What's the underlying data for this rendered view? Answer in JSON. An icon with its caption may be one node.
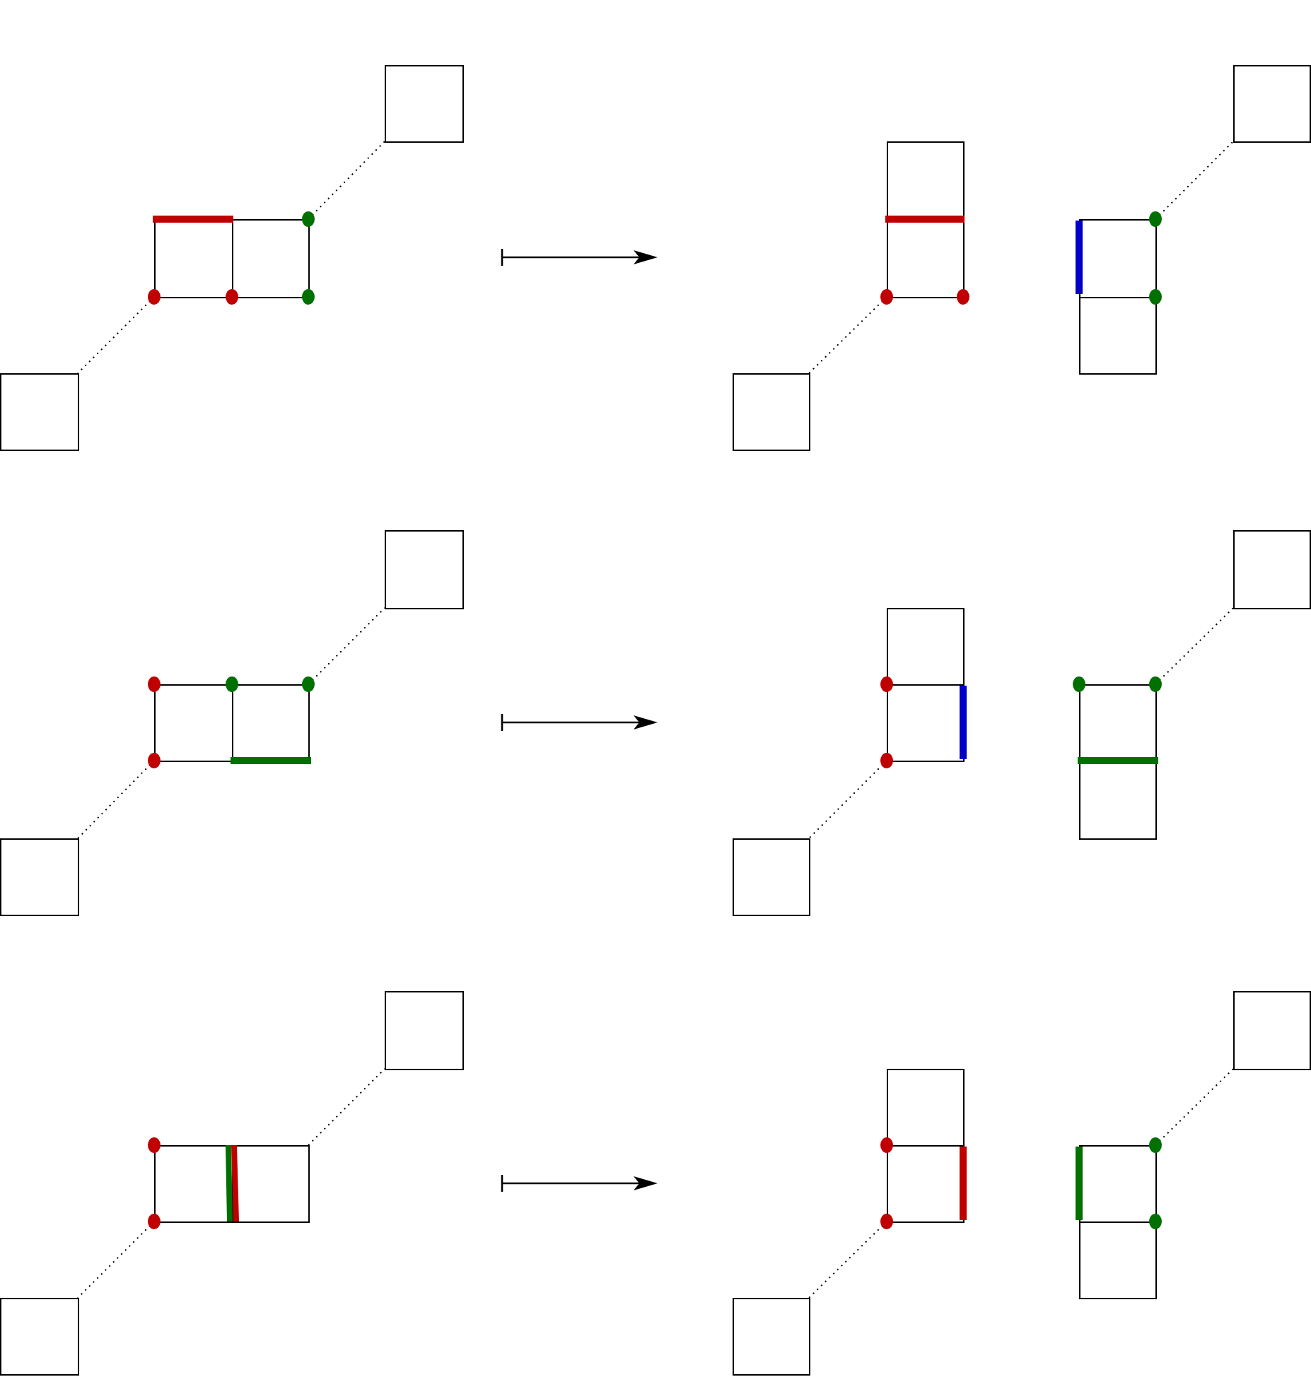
{
  "diagram": {
    "nodes": [
      {
        "text": [],
        "shape": "box"
      },
      {
        "text": [],
        "shape": "box"
      },
      {
        "text": [],
        "shape": "box"
      },
      {
        "text": [],
        "shape": "box"
      },
      {
        "text": [],
        "shape": "box"
      },
      {
        "text": [],
        "shape": "box"
      },
      {
        "text": [],
        "shape": "box"
      },
      {
        "text": [],
        "shape": "box"
      },
      {
        "text": [],
        "shape": "box"
      },
      {
        "text": [],
        "shape": "box"
      },
      {
        "text": [],
        "shape": "box"
      },
      {
        "text": [],
        "shape": "box"
      },
      {
        "text": [],
        "shape": "box"
      },
      {
        "text": [],
        "shape": "box"
      },
      {
        "text": [],
        "shape": "box"
      },
      {
        "text": [],
        "shape": "box"
      },
      {
        "text": [],
        "shape": "box"
      },
      {
        "text": [],
        "shape": "box"
      },
      {
        "text": [],
        "shape": "box"
      },
      {
        "text": [],
        "shape": "box"
      },
      {
        "text": [],
        "shape": "box"
      },
      {
        "text": [],
        "shape": "box"
      },
      {
        "text": [],
        "shape": "box"
      },
      {
        "text": [],
        "shape": "box"
      },
      {
        "text": [],
        "shape": "box"
      },
      {
        "text": [],
        "shape": "box"
      },
      {
        "text": [],
        "shape": "box"
      },
      {
        "text": [],
        "shape": "box"
      },
      {
        "text": [],
        "shape": "box"
      },
      {
        "text": [],
        "shape": "box"
      }
    ],
    "edges": [
      {
        "from": 2,
        "to": 0,
        "arrow": "none"
      },
      {
        "from": 3,
        "to": 1,
        "arrow": "none"
      },
      {
        "from": 6,
        "to": 4,
        "arrow": "none"
      },
      {
        "from": 7,
        "to": 9,
        "arrow": "none"
      },
      {
        "from": 12,
        "to": 10,
        "arrow": "none"
      },
      {
        "from": 13,
        "to": 11,
        "arrow": "none"
      },
      {
        "from": 16,
        "to": 14,
        "arrow": "none"
      },
      {
        "from": 17,
        "to": 19,
        "arrow": "none"
      },
      {
        "from": 22,
        "to": 20,
        "arrow": "none"
      },
      {
        "from": 23,
        "to": 21,
        "arrow": "none"
      },
      {
        "from": 26,
        "to": 24,
        "arrow": "none"
      },
      {
        "from": 27,
        "to": 29,
        "arrow": "none"
      }
    ]
  }
}
